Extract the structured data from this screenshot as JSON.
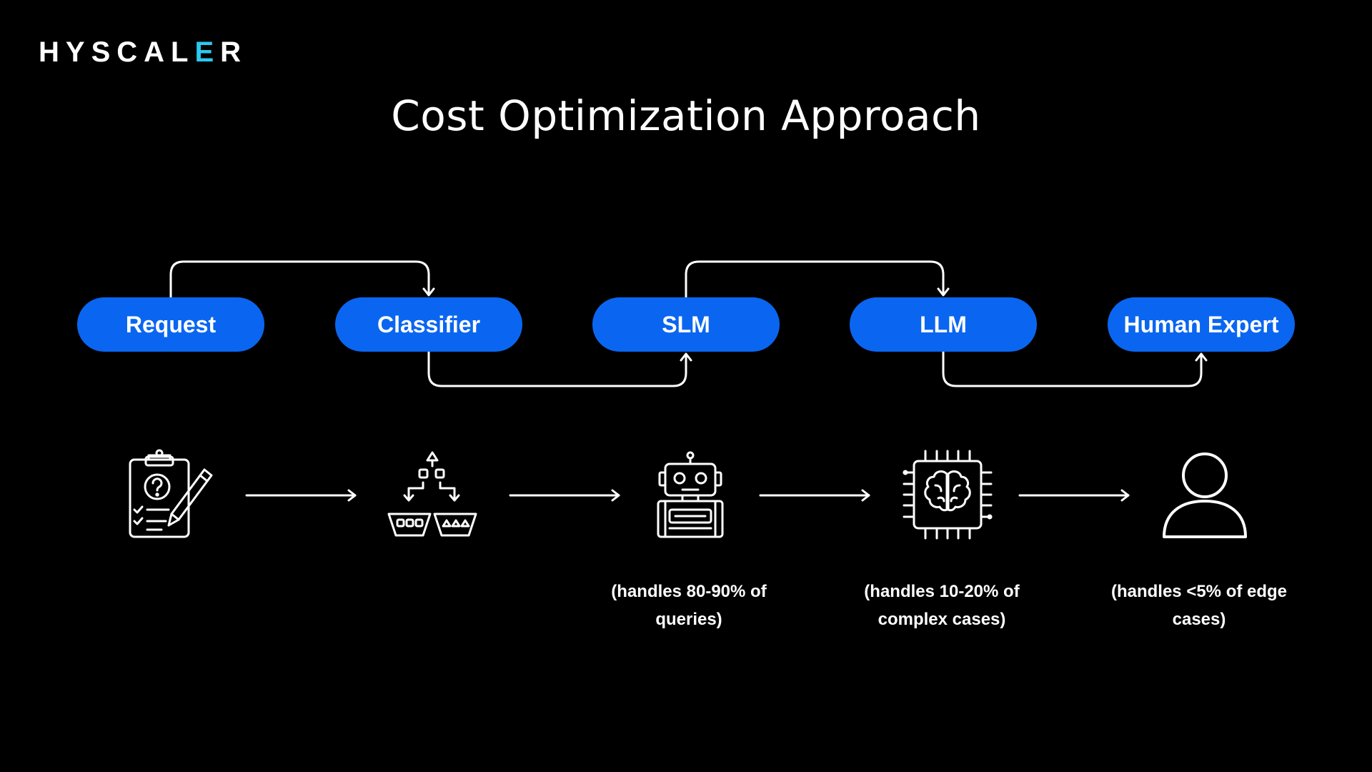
{
  "brand": {
    "logo_text": "HYSCALER",
    "accent_color": "#2cc8f0"
  },
  "title": "Cost Optimization Approach",
  "colors": {
    "background": "#000000",
    "node_fill": "#0a66f0",
    "text": "#ffffff",
    "lines": "#ffffff"
  },
  "nodes": [
    {
      "id": "request",
      "label": "Request"
    },
    {
      "id": "classifier",
      "label": "Classifier"
    },
    {
      "id": "slm",
      "label": "SLM"
    },
    {
      "id": "llm",
      "label": "LLM"
    },
    {
      "id": "human",
      "label": "Human Expert"
    }
  ],
  "edges": [
    {
      "from": "request",
      "to": "classifier",
      "route": "over"
    },
    {
      "from": "classifier",
      "to": "slm",
      "route": "under"
    },
    {
      "from": "slm",
      "to": "llm",
      "route": "over"
    },
    {
      "from": "llm",
      "to": "human",
      "route": "under"
    }
  ],
  "icons": [
    {
      "id": "request",
      "icon": "clipboard-question-icon"
    },
    {
      "id": "classifier",
      "icon": "sorting-baskets-icon"
    },
    {
      "id": "slm",
      "icon": "robot-icon"
    },
    {
      "id": "llm",
      "icon": "brain-chip-icon"
    },
    {
      "id": "human",
      "icon": "person-icon"
    }
  ],
  "captions": {
    "slm": "(handles 80-90% of queries)",
    "llm": "(handles 10-20% of complex cases)",
    "human": "(handles <5% of edge cases)"
  }
}
